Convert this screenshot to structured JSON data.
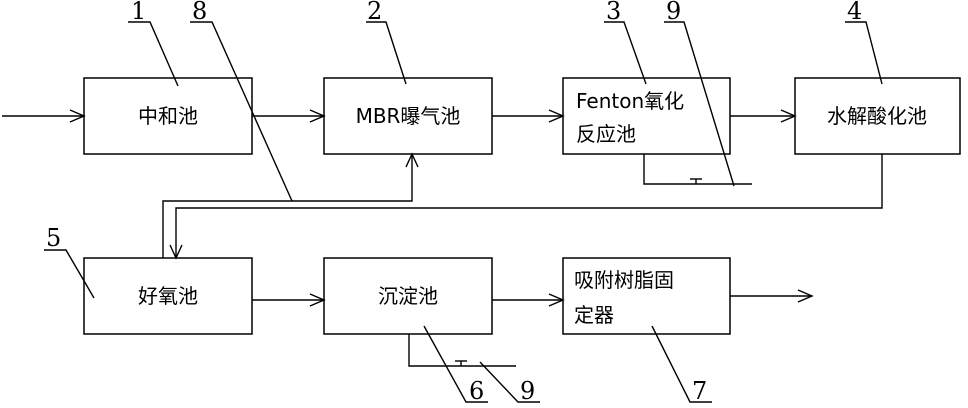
{
  "boxes": {
    "neutralization": "中和池",
    "mbr": "MBR曝气池",
    "fenton_line1": "Fenton氧化",
    "fenton_line2": "反应池",
    "hydrolysis": "水解酸化池",
    "aerobic": "好氧池",
    "sedimentation": "沉淀池",
    "resin_line1": "吸附树脂固",
    "resin_line2": "定器"
  },
  "callouts": {
    "n1": "1",
    "n2": "2",
    "n3": "3",
    "n4": "4",
    "n5": "5",
    "n6": "6",
    "n7": "7",
    "n8": "8",
    "n9_top": "9",
    "n9_bottom": "9"
  }
}
